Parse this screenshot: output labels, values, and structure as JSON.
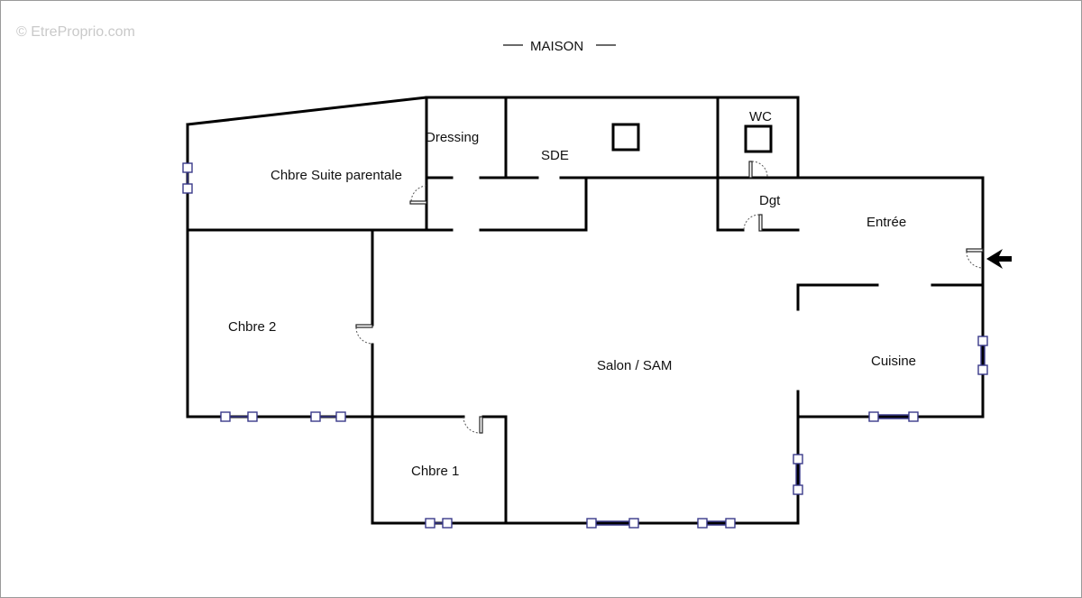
{
  "watermark": "© EtreProprio.com",
  "title": "MAISON",
  "rooms": {
    "dressing": "Dressing",
    "sde": "SDE",
    "wc": "WC",
    "suite": "Chbre Suite parentale",
    "dgt": "Dgt",
    "entree": "Entrée",
    "chbre2": "Chbre 2",
    "salon": "Salon / SAM",
    "cuisine": "Cuisine",
    "chbre1": "Chbre 1"
  },
  "colors": {
    "wall": "#000000",
    "window": "#3a3a8a",
    "watermark": "#c9c9c9"
  },
  "icons": {
    "entrance": "entrance-arrow-icon"
  }
}
